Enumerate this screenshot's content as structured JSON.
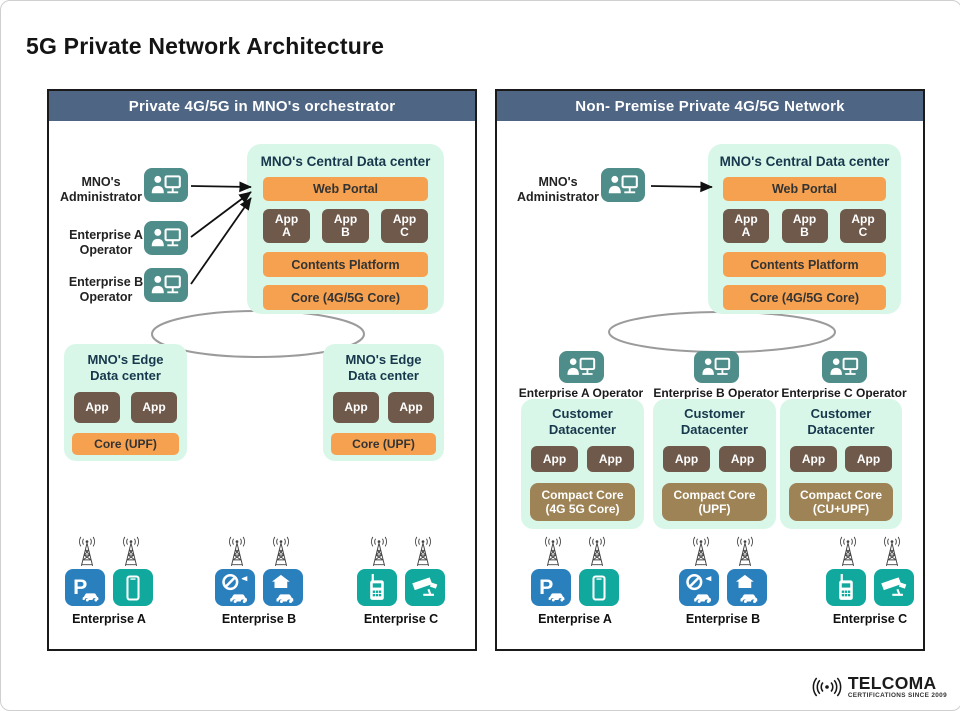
{
  "title": "5G Private Network Architecture",
  "logo": {
    "brand": "TELCOMA",
    "tagline": "CERTIFICATIONS SINCE 2009",
    "icon": "radio-waves-icon"
  },
  "colors": {
    "header_bar": "#4e6584",
    "mint": "#d9f7e9",
    "orange": "#f6a14f",
    "brown": "#6e594b",
    "tan": "#9d8355",
    "teal_operator": "#4e8d89",
    "blue_tile": "#2a80bd",
    "teal_tile": "#11a89d",
    "ellipse_stroke": "#9b9b9b",
    "arrow": "#111111"
  },
  "left_panel": {
    "header": "Private 4G/5G in MNO's orchestrator",
    "operators": [
      {
        "line1": "MNO's",
        "line2": "Administrator",
        "icon": "person-at-terminal-icon"
      },
      {
        "line1": "Enterprise A",
        "line2": "Operator",
        "icon": "person-at-terminal-icon"
      },
      {
        "line1": "Enterprise B",
        "line2": "Operator",
        "icon": "person-at-terminal-icon"
      }
    ],
    "central_dc": {
      "title": "MNO's Central Data center",
      "web_portal": "Web Portal",
      "apps": [
        {
          "l1": "App",
          "l2": "A"
        },
        {
          "l1": "App",
          "l2": "B"
        },
        {
          "l1": "App",
          "l2": "C"
        }
      ],
      "contents_platform": "Contents Platform",
      "core": "Core (4G/5G Core)"
    },
    "edge_dcs": [
      {
        "t1": "MNO's Edge",
        "t2": "Data center",
        "apps": [
          "App",
          "App"
        ],
        "core": "Core (UPF)"
      },
      {
        "t1": "MNO's Edge",
        "t2": "Data center",
        "apps": [
          "App",
          "App"
        ],
        "core": "Core (UPF)"
      }
    ],
    "enterprises": [
      {
        "label": "Enterprise A",
        "icons": [
          "radio-tower-icon",
          "radio-tower-icon",
          "parking-car-icon",
          "smartphone-icon"
        ]
      },
      {
        "label": "Enterprise B",
        "icons": [
          "radio-tower-icon",
          "radio-tower-icon",
          "no-entry-car-icon",
          "house-car-icon"
        ]
      },
      {
        "label": "Enterprise C",
        "icons": [
          "radio-tower-icon",
          "radio-tower-icon",
          "walkie-talkie-icon",
          "cctv-camera-icon"
        ]
      }
    ]
  },
  "right_panel": {
    "header": "Non- Premise Private 4G/5G Network",
    "administrator": {
      "line1": "MNO's",
      "line2": "Administrator",
      "icon": "person-at-terminal-icon"
    },
    "central_dc": {
      "title": "MNO's Central Data center",
      "web_portal": "Web Portal",
      "apps": [
        {
          "l1": "App",
          "l2": "A"
        },
        {
          "l1": "App",
          "l2": "B"
        },
        {
          "l1": "App",
          "l2": "C"
        }
      ],
      "contents_platform": "Contents Platform",
      "core": "Core (4G/5G Core)"
    },
    "operators": [
      "Enterprise A Operator",
      "Enterprise B Operator",
      "Enterprise C Operator"
    ],
    "customer_dcs": [
      {
        "t1": "Customer",
        "t2": "Datacenter",
        "apps": [
          "App",
          "App"
        ],
        "core1": "Compact Core",
        "core2": "(4G 5G Core)"
      },
      {
        "t1": "Customer",
        "t2": "Datacenter",
        "apps": [
          "App",
          "App"
        ],
        "core1": "Compact Core",
        "core2": "(UPF)"
      },
      {
        "t1": "Customer",
        "t2": "Datacenter",
        "apps": [
          "App",
          "App"
        ],
        "core1": "Compact Core",
        "core2": "(CU+UPF)"
      }
    ],
    "enterprises": [
      {
        "label": "Enterprise A",
        "icons": [
          "radio-tower-icon",
          "radio-tower-icon",
          "parking-car-icon",
          "smartphone-icon"
        ]
      },
      {
        "label": "Enterprise B",
        "icons": [
          "radio-tower-icon",
          "radio-tower-icon",
          "no-entry-car-icon",
          "house-car-icon"
        ]
      },
      {
        "label": "Enterprise C",
        "icons": [
          "radio-tower-icon",
          "radio-tower-icon",
          "walkie-talkie-icon",
          "cctv-camera-icon"
        ]
      }
    ]
  }
}
